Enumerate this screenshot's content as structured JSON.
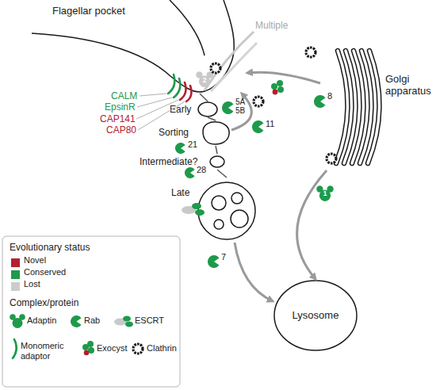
{
  "diagram": {
    "nodes": [
      {
        "text": [
          "Flagellar pocket"
        ]
      },
      {
        "text": [
          "Early"
        ]
      },
      {
        "text": [
          "Sorting"
        ]
      },
      {
        "text": [
          "Intermediate?"
        ]
      },
      {
        "text": [
          "Late"
        ]
      },
      {
        "text": [
          "Lysosome"
        ]
      },
      {
        "text": [
          "Golgi apparatus"
        ]
      }
    ],
    "edges": [
      {
        "from": 0,
        "to": 1,
        "arrow": "none"
      },
      {
        "from": 1,
        "to": 2,
        "arrow": "none"
      },
      {
        "from": 2,
        "to": 3,
        "arrow": "none"
      },
      {
        "from": 3,
        "to": 4,
        "arrow": "none"
      },
      {
        "from": 2,
        "to": 0,
        "arrow": "to"
      },
      {
        "from": 6,
        "to": 0,
        "arrow": "to"
      },
      {
        "from": 6,
        "to": 5,
        "arrow": "to"
      },
      {
        "from": 4,
        "to": 5,
        "arrow": "to"
      }
    ],
    "labels": [
      "Multiple",
      "CALM",
      "EpsinR",
      "CAP141",
      "CAP80",
      "2",
      "5A",
      "5B",
      "11",
      "21",
      "28",
      "7",
      "8",
      "1",
      "Evolutionary status",
      "Complex/protein"
    ],
    "legend": [
      {
        "text": "Novel",
        "color": "#b3202e"
      },
      {
        "text": "Conserved",
        "color": "#1e9a4b"
      },
      {
        "text": "Lost",
        "color": "#cccccc"
      },
      {
        "text": "Adaptin"
      },
      {
        "text": "Rab"
      },
      {
        "text": "ESCRT"
      },
      {
        "text": "Monomeric adaptor"
      },
      {
        "text": "Exocyst"
      },
      {
        "text": "Clathrin"
      }
    ]
  }
}
